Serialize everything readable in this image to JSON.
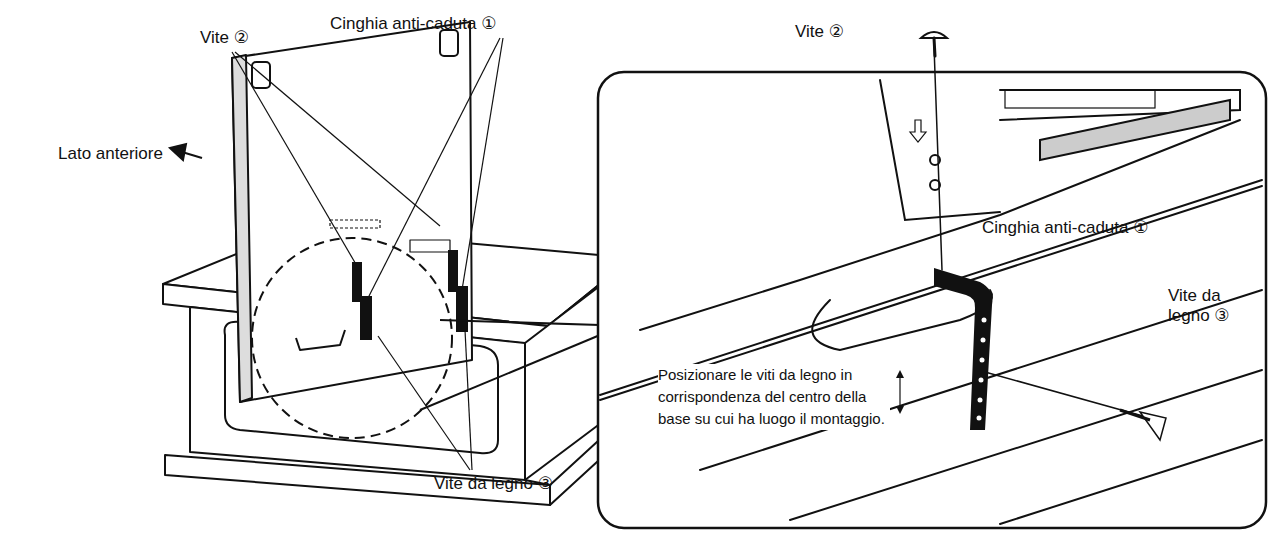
{
  "diagram": {
    "labels": [
      "Vite ②",
      "Cinghia anti-caduta ①",
      "Lato anteriore",
      "Vite da legno ③",
      "Vite ②",
      "Cinghia anti-caduta ①",
      "Vite da legno ③",
      "Posizionare le viti da legno in corrispondenza del centro della base su cui ha luogo il montaggio."
    ]
  }
}
